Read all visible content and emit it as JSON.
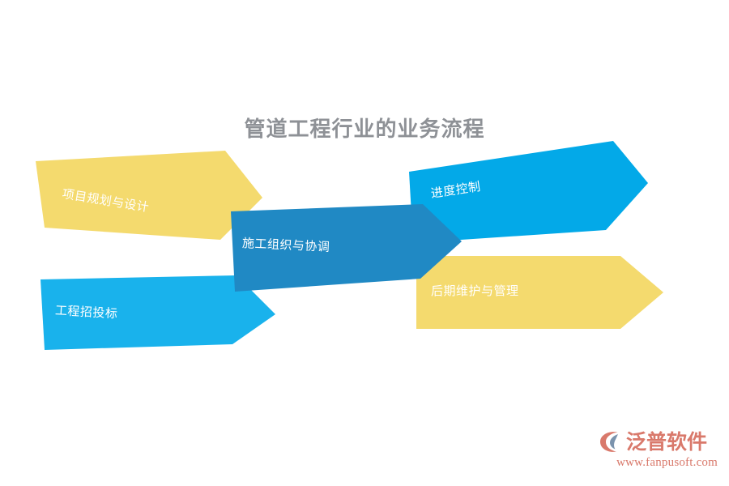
{
  "diagram": {
    "title": "管道工程行业的业务流程",
    "title_color": "#8e9196",
    "background": "#ffffff"
  },
  "stages": [
    {
      "id": "planning",
      "label": "项目规划与设计",
      "color": "#f4da6e",
      "text_color": "#ffffff",
      "shape": "chevron-arrow",
      "rotation_deg": 9.2,
      "order": 1
    },
    {
      "id": "bidding",
      "label": "工程招投标",
      "color": "#19b2ec",
      "text_color": "#ffffff",
      "shape": "chevron-arrow",
      "rotation_deg": 3.2,
      "order": 2
    },
    {
      "id": "construction",
      "label": "施工组织与协调",
      "color": "#2089c4",
      "text_color": "#ffffff",
      "shape": "chevron-arrow",
      "rotation_deg": 2.6,
      "order": 3
    },
    {
      "id": "progress",
      "label": "进度控制",
      "color": "#03a9e8",
      "text_color": "#ffffff",
      "shape": "chevron-arrow",
      "rotation_deg": -8.4,
      "order": 4
    },
    {
      "id": "maintenance",
      "label": "后期维护与管理",
      "color": "#f4da6e",
      "text_color": "#ffffff",
      "shape": "chevron-arrow",
      "rotation_deg": 0,
      "order": 5
    }
  ],
  "branding": {
    "name": "泛普软件",
    "url": "www.fanpusoft.com",
    "color": "#d9796b",
    "mark_accent": "#7b93ad"
  }
}
